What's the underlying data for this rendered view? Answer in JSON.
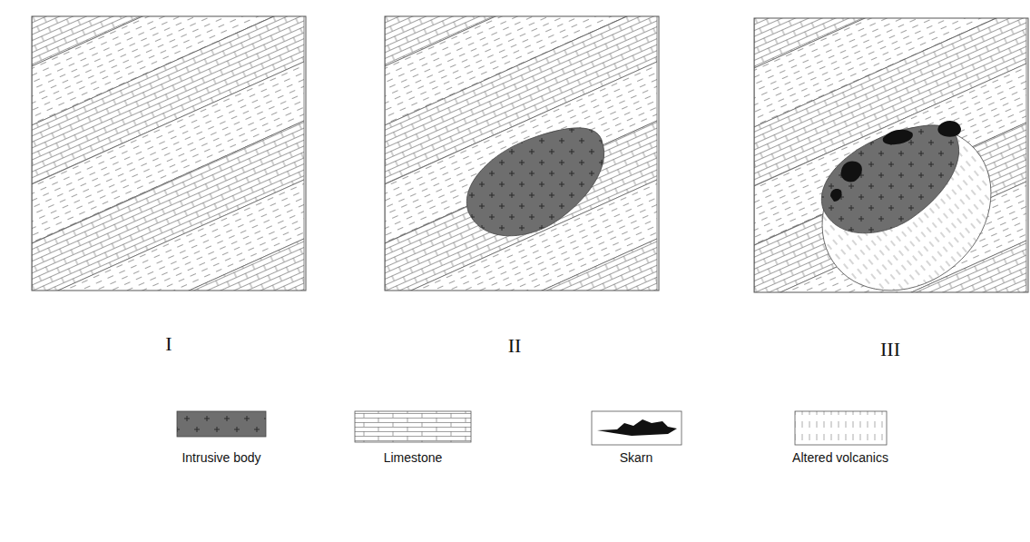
{
  "diagram": {
    "labels": [
      "I",
      "II",
      "III"
    ],
    "legend": [
      {
        "text": "Intrusive body"
      },
      {
        "text": "Limestone"
      },
      {
        "text": "Skarn"
      },
      {
        "text": "Altered volcanics"
      }
    ]
  }
}
